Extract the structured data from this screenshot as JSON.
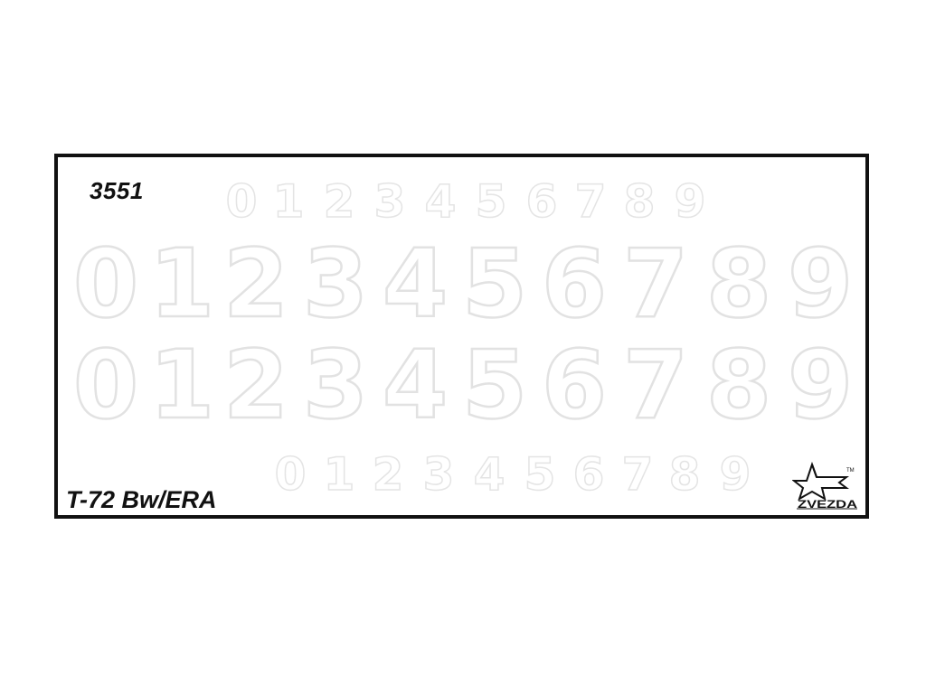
{
  "sheet": {
    "kit_number": "3551",
    "model_name": "T-72 Bw/ERA",
    "digits_small_top": [
      "0",
      "1",
      "2",
      "3",
      "4",
      "5",
      "6",
      "7",
      "8",
      "9"
    ],
    "digits_large_row1": [
      "0",
      "1",
      "2",
      "3",
      "4",
      "5",
      "6",
      "7",
      "8",
      "9"
    ],
    "digits_large_row2": [
      "0",
      "1",
      "2",
      "3",
      "4",
      "5",
      "6",
      "7",
      "8",
      "9"
    ],
    "digits_small_bottom": [
      "0",
      "1",
      "2",
      "3",
      "4",
      "5",
      "6",
      "7",
      "8",
      "9"
    ]
  },
  "logo": {
    "brand": "ZVEZDA",
    "trademark": "TM",
    "icon": "star-flag-icon"
  },
  "colors": {
    "border": "#111111",
    "outline_digits": "#e4e4e4",
    "text": "#111111"
  }
}
